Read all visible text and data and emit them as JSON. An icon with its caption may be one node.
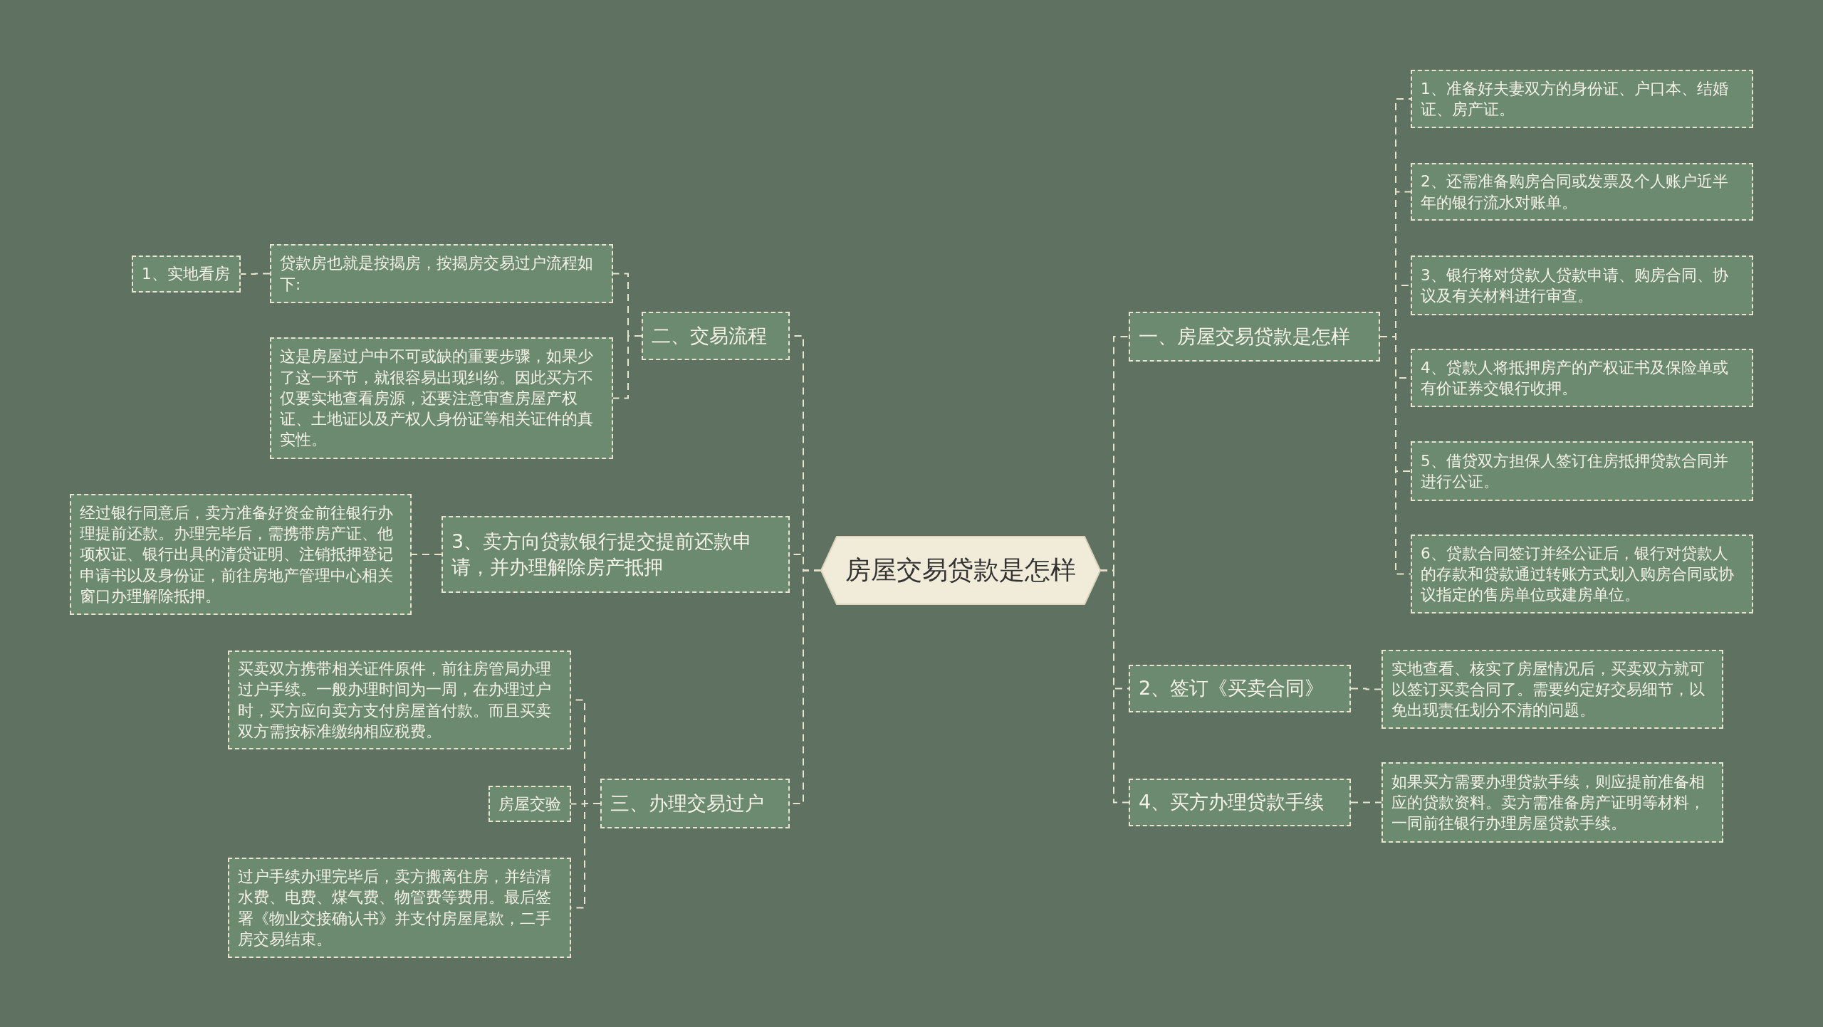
{
  "diagram": {
    "nodes": [
      {
        "text": [
          "房屋交易贷款是怎样"
        ]
      },
      {
        "text": [
          "二、交易流程"
        ]
      },
      {
        "text": [
          "贷款房也就是按揭房，按揭房交易过户流程如下:"
        ]
      },
      {
        "text": [
          "1、实地看房"
        ]
      },
      {
        "text": [
          "这是房屋过户中不可或缺的重要步骤，如果少了这一环节，就很容易出现纠纷。因此买方不仅要实地查看房源，还要注意审查房屋产权证、土地证以及产权人身份证等相关证件的真实性。"
        ]
      },
      {
        "text": [
          "3、卖方向贷款银行提交提前还款申请，并办理解除房产抵押"
        ]
      },
      {
        "text": [
          "经过银行同意后，卖方准备好资金前往银行办理提前还款。办理完毕后，需携带房产证、他项权证、银行出具的清贷证明、注销抵押登记申请书以及身份证，前往房地产管理中心相关窗口办理解除抵押。"
        ]
      },
      {
        "text": [
          "三、办理交易过户"
        ]
      },
      {
        "text": [
          "买卖双方携带相关证件原件，前往房管局办理过户手续。一般办理时间为一周，在办理过户时，买方应向卖方支付房屋首付款。而且买卖双方需按标准缴纳相应税费。"
        ]
      },
      {
        "text": [
          "房屋交验"
        ]
      },
      {
        "text": [
          "过户手续办理完毕后，卖方搬离住房，并结清水费、电费、煤气费、物管费等费用。最后签署《物业交接确认书》并支付房屋尾款，二手房交易结束。"
        ]
      },
      {
        "text": [
          "一、房屋交易贷款是怎样"
        ]
      },
      {
        "text": [
          "1、准备好夫妻双方的身份证、户口本、结婚证、房产证。"
        ]
      },
      {
        "text": [
          "2、还需准备购房合同或发票及个人账户近半年的银行流水对账单。"
        ]
      },
      {
        "text": [
          "3、银行将对贷款人贷款申请、购房合同、协议及有关材料进行审查。"
        ]
      },
      {
        "text": [
          "4、贷款人将抵押房产的产权证书及保险单或有价证券交银行收押。"
        ]
      },
      {
        "text": [
          "5、借贷双方担保人签订住房抵押贷款合同并进行公证。"
        ]
      },
      {
        "text": [
          "6、贷款合同签订并经公证后，银行对贷款人的存款和贷款通过转账方式划入购房合同或协议指定的售房单位或建房单位。"
        ]
      },
      {
        "text": [
          "2、签订《买卖合同》"
        ]
      },
      {
        "text": [
          "实地查看、核实了房屋情况后，买卖双方就可以签订买卖合同了。需要约定好交易细节，以免出现责任划分不清的问题。"
        ]
      },
      {
        "text": [
          "4、买方办理贷款手续"
        ]
      },
      {
        "text": [
          "如果买方需要办理贷款手续，则应提前准备相应的贷款资料。卖方需准备房产证明等材料，一同前往银行办理房屋贷款手续。"
        ]
      }
    ],
    "edges": [
      {
        "from": 0,
        "to": 1,
        "arrow": "none"
      },
      {
        "from": 1,
        "to": 2,
        "arrow": "none"
      },
      {
        "from": 2,
        "to": 3,
        "arrow": "none"
      },
      {
        "from": 1,
        "to": 4,
        "arrow": "none"
      },
      {
        "from": 0,
        "to": 5,
        "arrow": "none"
      },
      {
        "from": 5,
        "to": 6,
        "arrow": "none"
      },
      {
        "from": 0,
        "to": 7,
        "arrow": "none"
      },
      {
        "from": 7,
        "to": 8,
        "arrow": "none"
      },
      {
        "from": 7,
        "to": 9,
        "arrow": "none"
      },
      {
        "from": 7,
        "to": 10,
        "arrow": "none"
      },
      {
        "from": 0,
        "to": 11,
        "arrow": "none"
      },
      {
        "from": 11,
        "to": 12,
        "arrow": "none"
      },
      {
        "from": 11,
        "to": 13,
        "arrow": "none"
      },
      {
        "from": 11,
        "to": 14,
        "arrow": "none"
      },
      {
        "from": 11,
        "to": 15,
        "arrow": "none"
      },
      {
        "from": 11,
        "to": 16,
        "arrow": "none"
      },
      {
        "from": 11,
        "to": 17,
        "arrow": "none"
      },
      {
        "from": 0,
        "to": 18,
        "arrow": "none"
      },
      {
        "from": 18,
        "to": 19,
        "arrow": "none"
      },
      {
        "from": 0,
        "to": 20,
        "arrow": "none"
      },
      {
        "from": 20,
        "to": 21,
        "arrow": "none"
      }
    ]
  }
}
